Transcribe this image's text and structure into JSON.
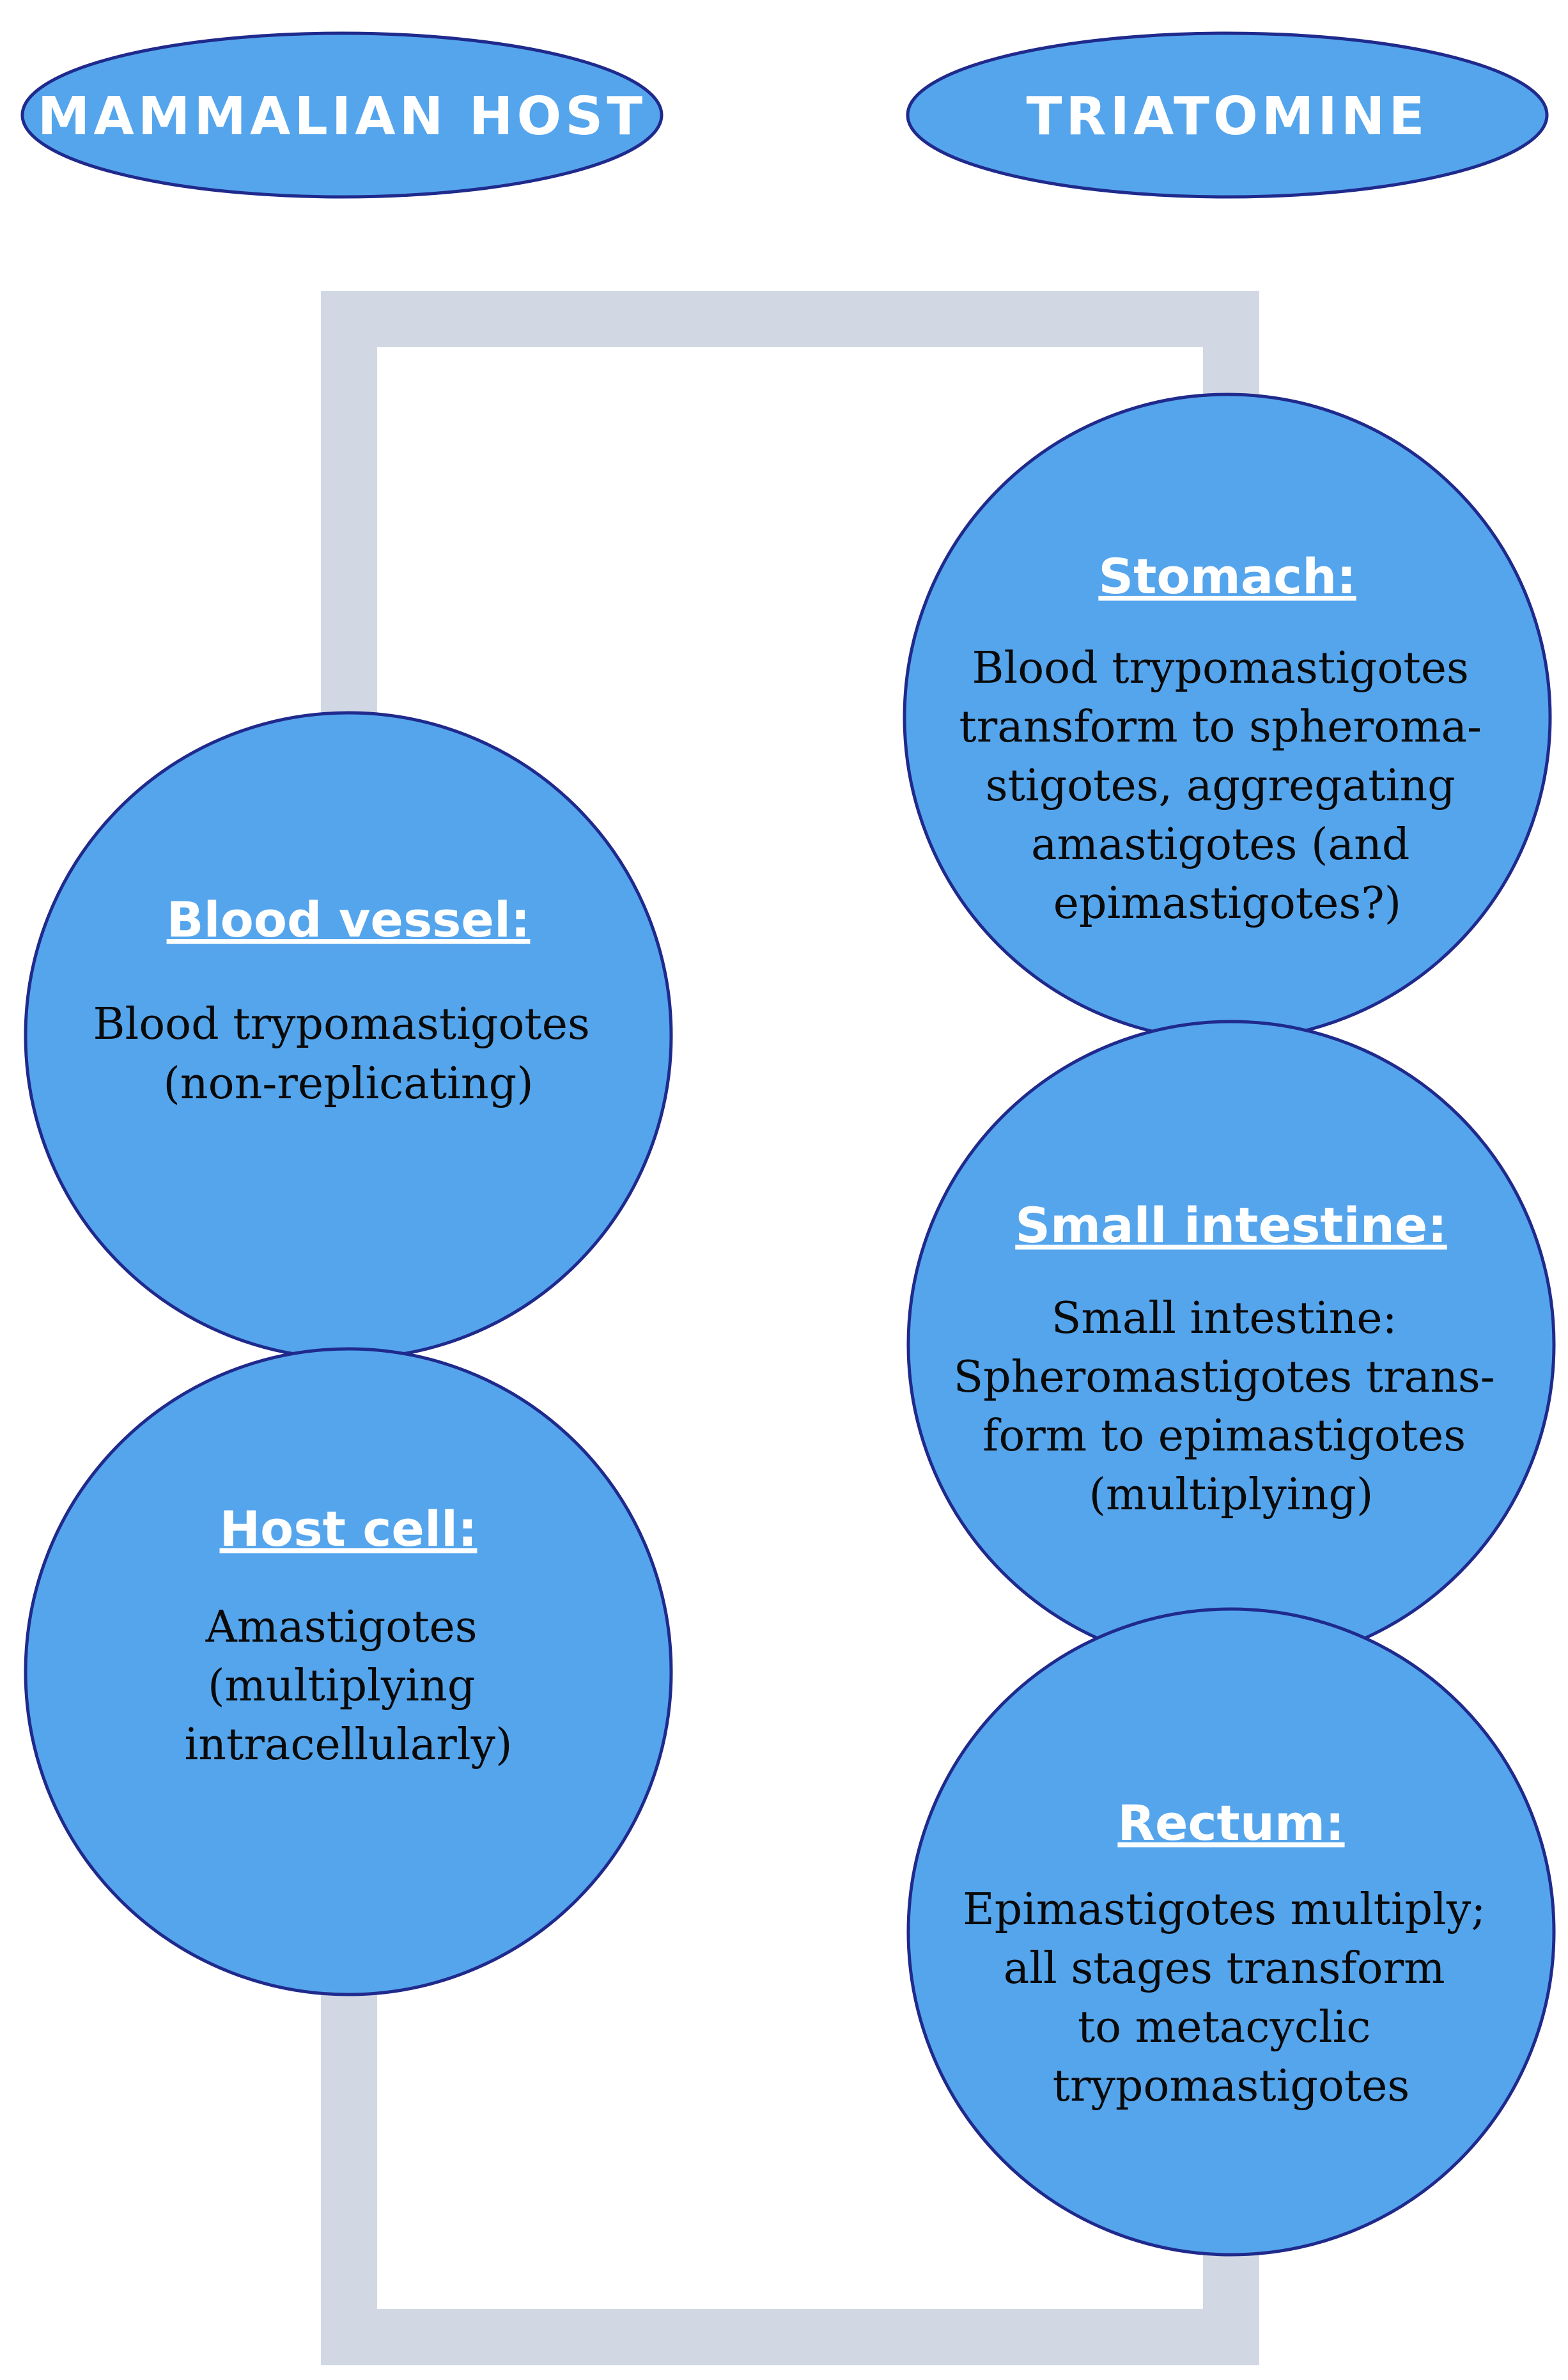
{
  "headers": {
    "left": "MAMMALIAN HOST",
    "right": "TRIATOMINE"
  },
  "nodes": {
    "blood_vessel": {
      "title": "Blood vessel:",
      "lines": [
        "Blood trypomastigotes",
        "(non-replicating)"
      ]
    },
    "host_cell": {
      "title": "Host cell:",
      "lines": [
        "Amastigotes",
        "(multiplying",
        "intracellularly)"
      ]
    },
    "stomach": {
      "title": "Stomach:",
      "lines": [
        "Blood trypomastigotes",
        "transform to spheroma-",
        "stigotes, aggregating",
        "amastigotes (and",
        "epimastigotes?)"
      ]
    },
    "small_intestine": {
      "title": "Small intestine:",
      "lines": [
        "Small intestine:",
        "Spheromastigotes trans-",
        "form to epimastigotes",
        "(multiplying)"
      ]
    },
    "rectum": {
      "title": "Rectum:",
      "lines": [
        "Epimastigotes multiply;",
        "all stages transform",
        "to metacyclic",
        "trypomastigotes"
      ]
    }
  },
  "colors": {
    "node_fill": "#55a5ed",
    "node_stroke": "#1f2a8c",
    "arrow": "#d1d8e4"
  }
}
